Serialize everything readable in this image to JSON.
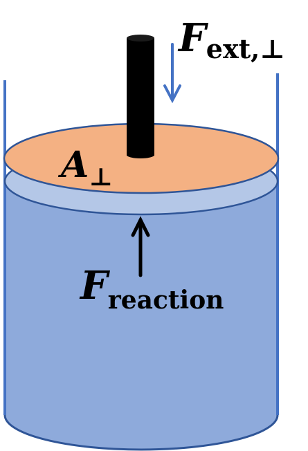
{
  "labels": {
    "external_force_symbol": "F",
    "external_force_subscript": "ext,⊥",
    "area_symbol": "A",
    "area_subscript": "⊥",
    "reaction_force_symbol": "F",
    "reaction_force_subscript": "reaction"
  },
  "colors": {
    "cylinder_body": "#8eaadb",
    "cylinder_outline": "#2f5597",
    "gap_band": "#b4c7e7",
    "piston_top": "#f4b183",
    "rod": "#000000",
    "external_force_arrow": "#4472c4",
    "reaction_force_arrow": "#000000"
  }
}
